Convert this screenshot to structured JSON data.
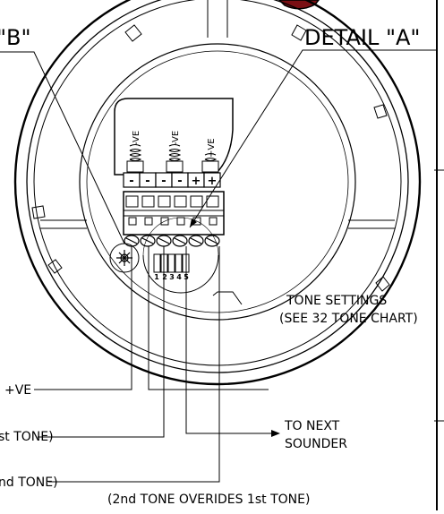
{
  "labels": {
    "detail_b": "\"B\"",
    "detail_a": "DETAIL \"A\"",
    "tone_settings_1": "TONE SETTINGS",
    "tone_settings_2": "(SEE 32 TONE CHART)",
    "plus_ve": "+VE",
    "first_tone": "st TONE)",
    "to_next_1": "TO NEXT",
    "to_next_2": "SOUNDER",
    "second_tone": "nd TONE)",
    "override_note": "(2nd TONE OVERIDES 1st TONE)"
  },
  "board": {
    "upper_terminals": [
      "-VE",
      "-VE",
      "+VE"
    ],
    "pin_marks": [
      "-",
      "-",
      "-",
      "-",
      "+",
      "+"
    ],
    "dip_numbers": [
      "1",
      "2",
      "3",
      "4",
      "5"
    ]
  }
}
